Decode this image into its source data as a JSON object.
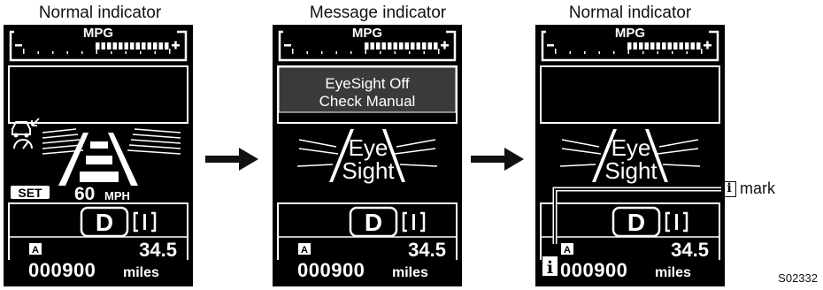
{
  "panels": [
    {
      "title": "Normal indicator",
      "mpg_label": "MPG",
      "mode": "cruise",
      "set_label": "SET",
      "speed_value": "60",
      "speed_unit": "MPH",
      "gear": "D",
      "trip_letter": "A",
      "trip_value": "34.5",
      "odometer_value": "000900",
      "odometer_unit": "miles",
      "show_info_mark": false
    },
    {
      "title": "Message indicator",
      "mpg_label": "MPG",
      "mode": "message",
      "message_line1": "EyeSight Off",
      "message_line2": "Check Manual",
      "logo_line1": "Eye",
      "logo_line2": "Sight",
      "gear": "D",
      "trip_letter": "A",
      "trip_value": "34.5",
      "odometer_value": "000900",
      "odometer_unit": "miles",
      "show_info_mark": false
    },
    {
      "title": "Normal indicator",
      "mpg_label": "MPG",
      "mode": "logo",
      "logo_line1": "Eye",
      "logo_line2": "Sight",
      "gear": "D",
      "trip_letter": "A",
      "trip_value": "34.5",
      "odometer_value": "000900",
      "odometer_unit": "miles",
      "show_info_mark": true,
      "info_mark_char": "i"
    }
  ],
  "callout": {
    "mark_char": "i",
    "label": "mark"
  },
  "figure_code": "S02332",
  "colors": {
    "screen": "#000000",
    "line": "#ffffff",
    "message_box": "#3a3a3a"
  }
}
